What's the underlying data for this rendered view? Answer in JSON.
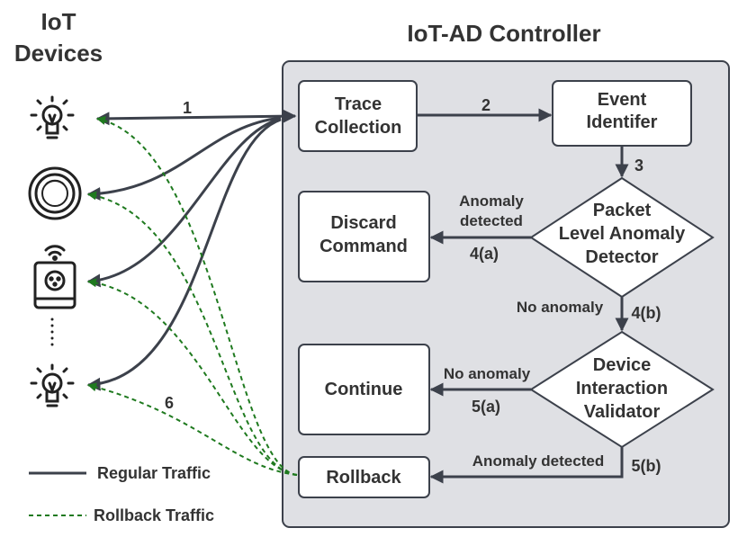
{
  "title": {
    "devices": [
      "IoT",
      "Devices"
    ],
    "controller": "IoT-AD Controller"
  },
  "boxes": {
    "trace": [
      "Trace",
      "Collection"
    ],
    "event": [
      "Event",
      "Identifer"
    ],
    "discard": [
      "Discard",
      "Command"
    ],
    "continue": [
      "Continue"
    ],
    "rollback": [
      "Rollback"
    ]
  },
  "diamonds": {
    "packet": [
      "Packet",
      "Level Anomaly",
      "Detector"
    ],
    "device": [
      "Device",
      "Interaction",
      "Validator"
    ]
  },
  "edge_labels": {
    "s1": "1",
    "s2": "2",
    "s3": "3",
    "s6": "6",
    "anomaly_detected_a": [
      "Anomaly",
      "detected"
    ],
    "s4a": "4(a)",
    "no_anomaly_a": "No anomaly",
    "s4b": "4(b)",
    "no_anomaly_b": "No anomaly",
    "s5a": "5(a)",
    "anomaly_detected_b": "Anomaly detected",
    "s5b": "5(b)"
  },
  "legend": {
    "regular": "Regular Traffic",
    "rollback": "Rollback Traffic"
  },
  "colors": {
    "line": "#3c414b",
    "green": "#1f7a1f",
    "panel": "#dfe0e4"
  },
  "icons": [
    "lightbulb-icon",
    "smart-speaker-icon",
    "smart-plug-icon",
    "lightbulb-icon"
  ]
}
